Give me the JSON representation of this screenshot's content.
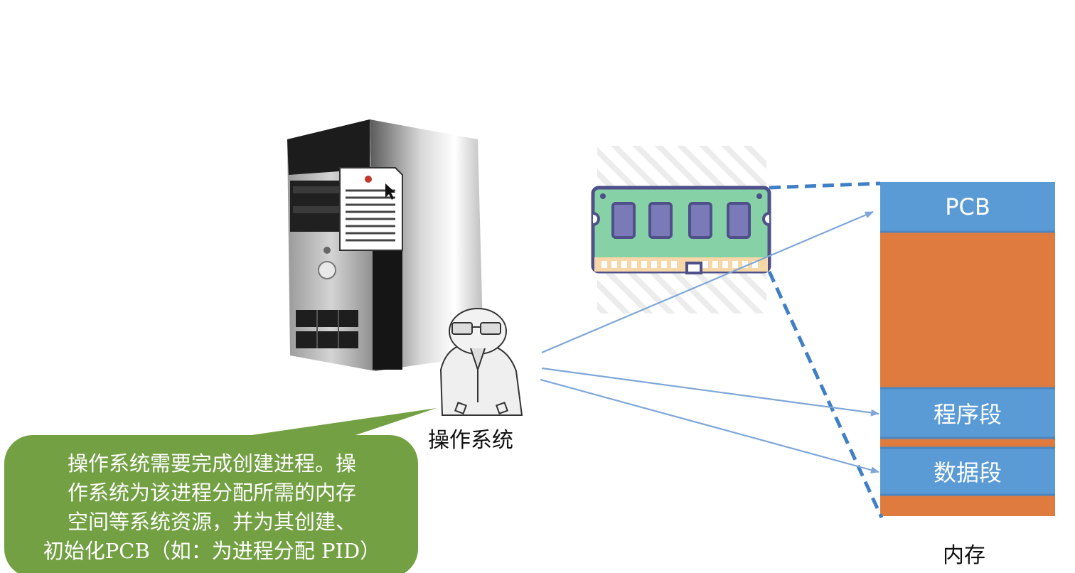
{
  "diagram": {
    "os_label": "操作系统",
    "memory_caption": "内存",
    "memory_blocks": {
      "pcb": "PCB",
      "program_segment": "程序段",
      "data_segment": "数据段"
    },
    "bubble_lines": [
      "操作系统需要完成创建进程。操",
      "作系统为该进程分配所需的内存",
      "空间等系统资源，并为其创建、",
      "初始化PCB（如：为进程分配 PID）"
    ]
  },
  "colors": {
    "memory_blue": "#5b9bd5",
    "memory_orange": "#e07b3f",
    "bubble_green": "#72a043",
    "arrow_blue": "#7ea6d8",
    "dashed_blue": "#3f7fc6",
    "ram_board": "#86d2a6",
    "ram_outline": "#4f4f8a"
  },
  "icons": [
    "computer-tower-icon",
    "document-icon",
    "ram-module-icon",
    "os-person-icon"
  ]
}
